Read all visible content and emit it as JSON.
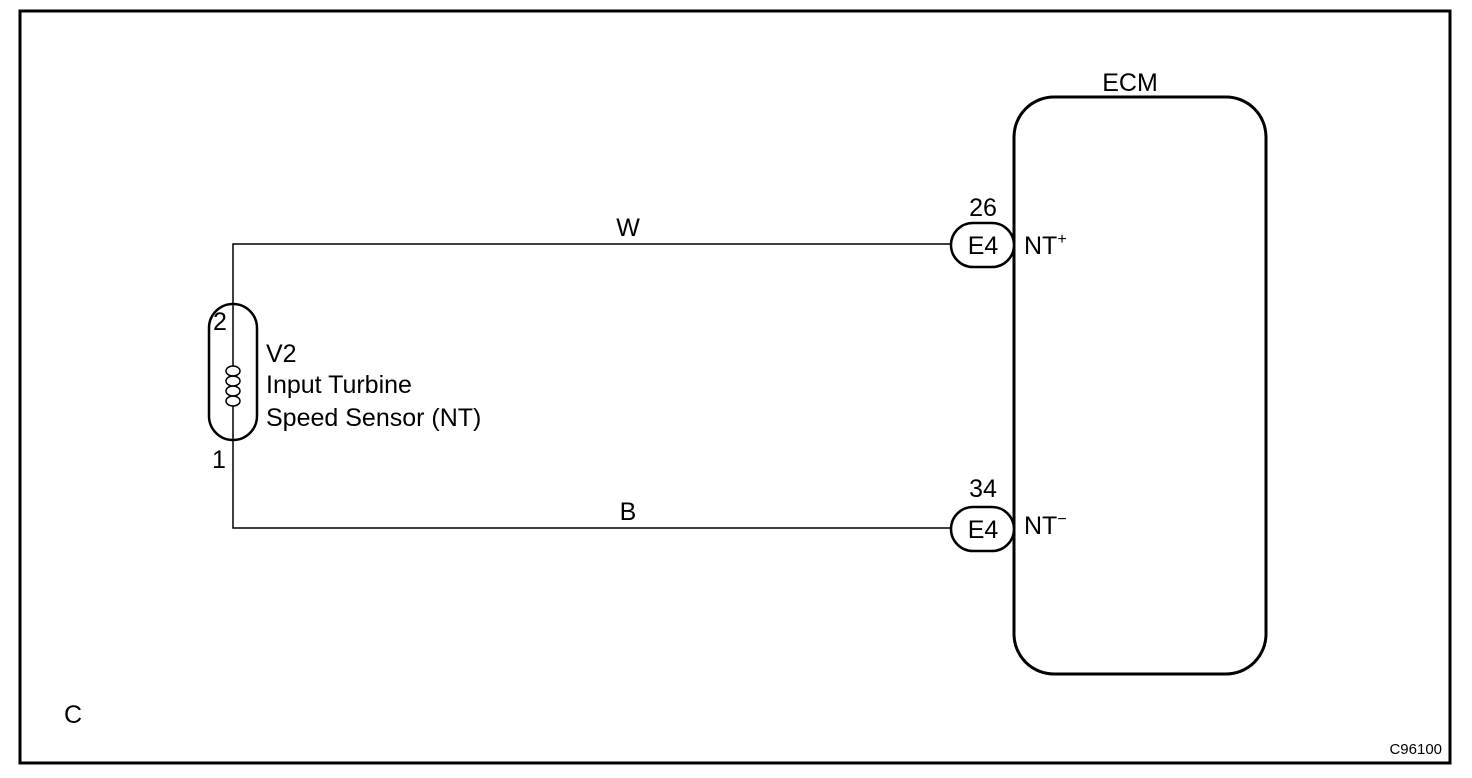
{
  "sensor": {
    "connector_code": "V2",
    "name_line1": "Input Turbine",
    "name_line2": "Speed Sensor (NT)",
    "pin_top": "2",
    "pin_bottom": "1"
  },
  "ecm": {
    "title": "ECM"
  },
  "wires": [
    {
      "color_code": "W",
      "pin": "26",
      "connector": "E4",
      "terminal": "NT",
      "polarity": "+"
    },
    {
      "color_code": "B",
      "pin": "34",
      "connector": "E4",
      "terminal": "NT",
      "polarity": "−"
    }
  ],
  "footer": {
    "section_letter": "C",
    "figure_id": "C96100"
  }
}
